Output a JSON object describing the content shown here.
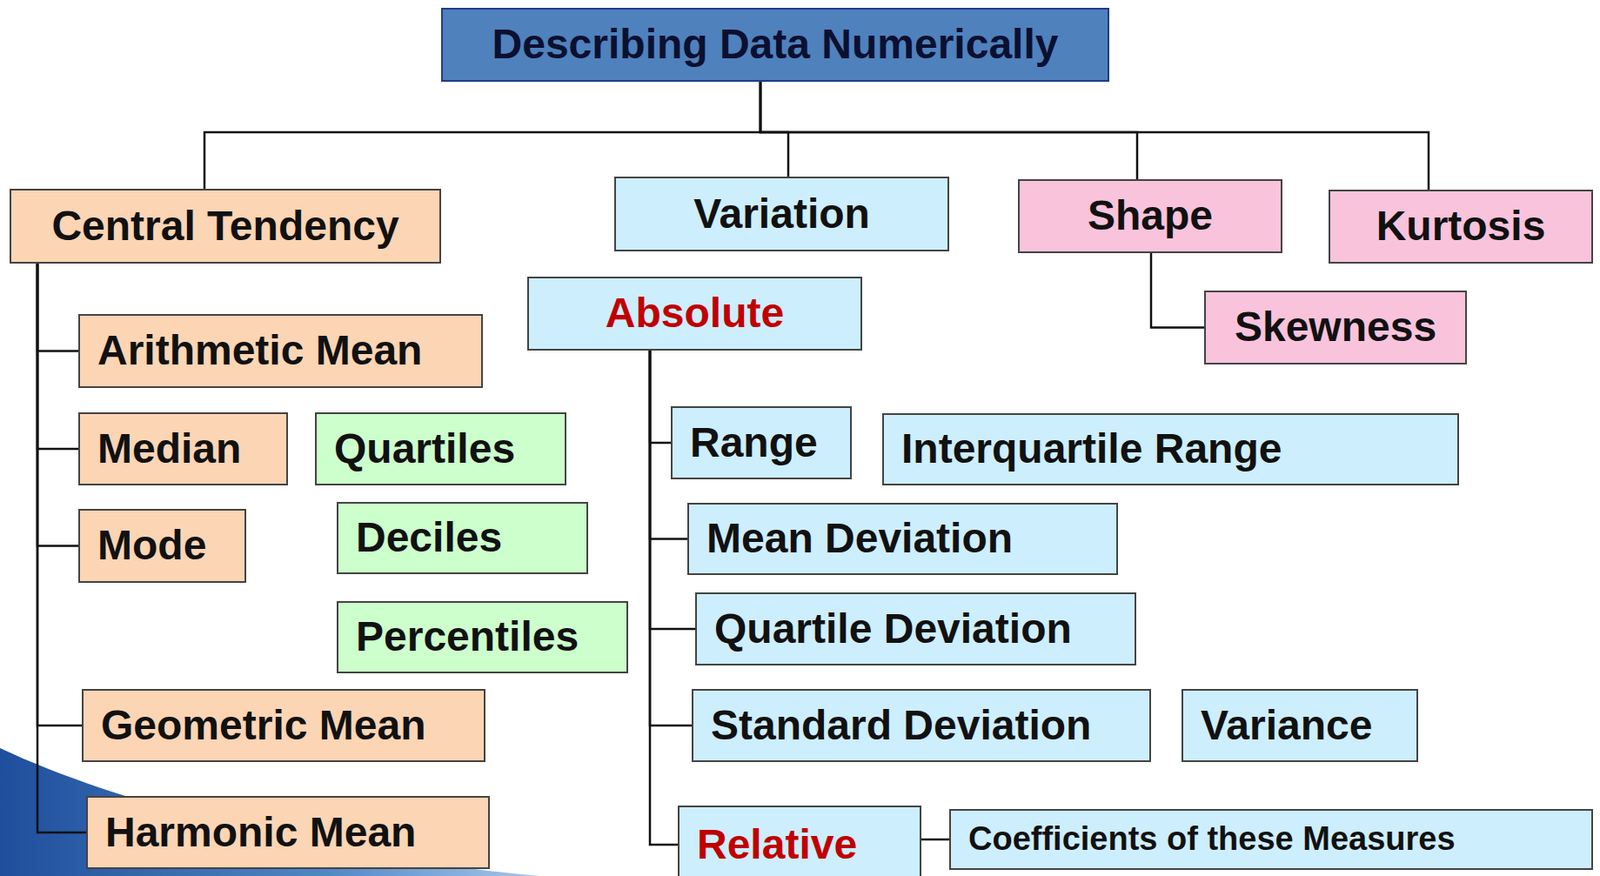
{
  "diagram": {
    "nodes": [
      {
        "text": [
          "Describing Data Numerically"
        ]
      },
      {
        "text": [
          "Central Tendency"
        ]
      },
      {
        "text": [
          "Variation"
        ]
      },
      {
        "text": [
          "Shape"
        ]
      },
      {
        "text": [
          "Kurtosis"
        ]
      },
      {
        "text": [
          "Absolute"
        ]
      },
      {
        "text": [
          "Skewness"
        ]
      },
      {
        "text": [
          "Arithmetic Mean"
        ]
      },
      {
        "text": [
          "Median"
        ]
      },
      {
        "text": [
          "Quartiles"
        ]
      },
      {
        "text": [
          "Range"
        ]
      },
      {
        "text": [
          "Interquartile Range"
        ]
      },
      {
        "text": [
          "Mode"
        ]
      },
      {
        "text": [
          "Deciles"
        ]
      },
      {
        "text": [
          "Mean Deviation"
        ]
      },
      {
        "text": [
          "Percentiles"
        ]
      },
      {
        "text": [
          "Quartile Deviation"
        ]
      },
      {
        "text": [
          "Geometric Mean"
        ]
      },
      {
        "text": [
          "Standard Deviation"
        ]
      },
      {
        "text": [
          "Variance"
        ]
      },
      {
        "text": [
          "Harmonic Mean"
        ]
      },
      {
        "text": [
          "Relative"
        ]
      },
      {
        "text": [
          "Coefficients of these Measures"
        ]
      }
    ],
    "edges": [
      {
        "from": 0,
        "to": 1,
        "arrow": "none"
      },
      {
        "from": 0,
        "to": 2,
        "arrow": "none"
      },
      {
        "from": 0,
        "to": 3,
        "arrow": "none"
      },
      {
        "from": 0,
        "to": 4,
        "arrow": "none"
      },
      {
        "from": 1,
        "to": 7,
        "arrow": "none"
      },
      {
        "from": 1,
        "to": 8,
        "arrow": "none"
      },
      {
        "from": 1,
        "to": 12,
        "arrow": "none"
      },
      {
        "from": 1,
        "to": 17,
        "arrow": "none"
      },
      {
        "from": 1,
        "to": 20,
        "arrow": "none"
      },
      {
        "from": 5,
        "to": 10,
        "arrow": "none"
      },
      {
        "from": 5,
        "to": 14,
        "arrow": "none"
      },
      {
        "from": 5,
        "to": 16,
        "arrow": "none"
      },
      {
        "from": 5,
        "to": 18,
        "arrow": "none"
      },
      {
        "from": 5,
        "to": 21,
        "arrow": "none"
      },
      {
        "from": 3,
        "to": 6,
        "arrow": "none"
      },
      {
        "from": 21,
        "to": 22,
        "arrow": "none"
      }
    ]
  }
}
